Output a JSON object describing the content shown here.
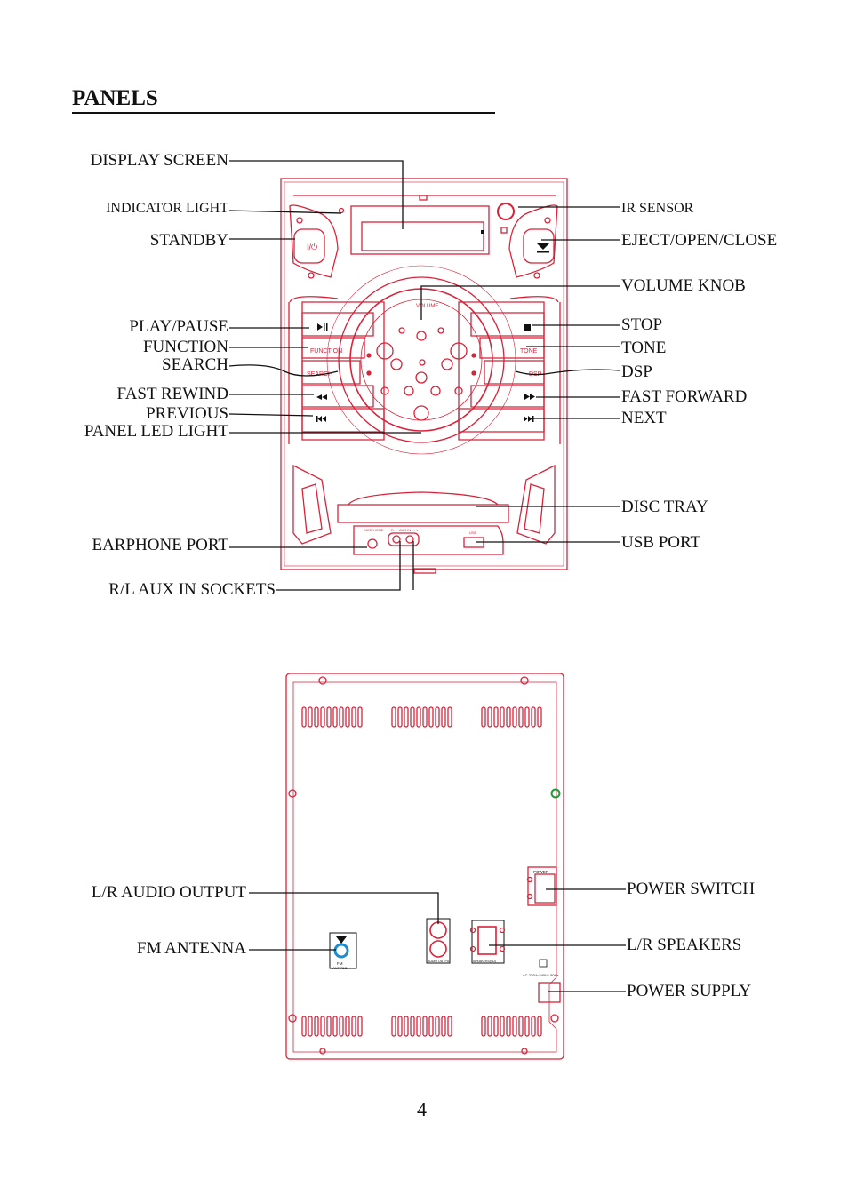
{
  "heading": "PANELS",
  "front_panel": {
    "left_labels": {
      "display_screen": "DISPLAY  SCREEN",
      "indicator_light": "INDICATOR LIGHT",
      "standby": "STANDBY",
      "play_pause": "PLAY/PAUSE",
      "function": "FUNCTION",
      "search": "SEARCH",
      "fast_rewind": "FAST REWIND",
      "previous": "PREVIOUS",
      "panel_led_light": "PANEL LED LIGHT",
      "earphone_port": "EARPHONE PORT",
      "rl_aux_in": "R/L AUX IN SOCKETS"
    },
    "right_labels": {
      "ir_sensor": "IR SENSOR",
      "eject": "EJECT/OPEN/CLOSE",
      "volume_knob": "VOLUME KNOB",
      "stop": "STOP",
      "tone": "TONE",
      "dsp": "DSP",
      "fast_forward": "FAST FORWARD",
      "next": "NEXT",
      "disc_tray": "DISC TRAY",
      "usb_port": "USB PORT"
    },
    "device_text": {
      "standby_btn": "I/⏻",
      "volume": "VOLUME",
      "function_btn": "FUNCTION",
      "search_btn": "SEARCH",
      "tone_btn": "TONE",
      "dsp_btn": "DSP",
      "earphone": "EARPHONE",
      "aux": "R ← AUX IN → L",
      "usb": "USB"
    }
  },
  "rear_panel": {
    "left_labels": {
      "audio_output": "L/R AUDIO OUTPUT",
      "fm_antenna": "FM ANTENNA"
    },
    "right_labels": {
      "power_switch": "POWER SWITCH",
      "speakers": "L/R SPEAKERS",
      "power_supply": "POWER SUPPLY"
    },
    "device_text": {
      "power": "POWER",
      "fm": "FM",
      "ant": "ANT 75Ω",
      "audio_output": "AUDIO OUTPUT",
      "speakers": "SPEAKERS(4Ω)",
      "ac": "AC 220V~240V~ 50Hz"
    }
  },
  "page_number": "4",
  "colors": {
    "outline": "#d8233a",
    "line": "#111111"
  }
}
